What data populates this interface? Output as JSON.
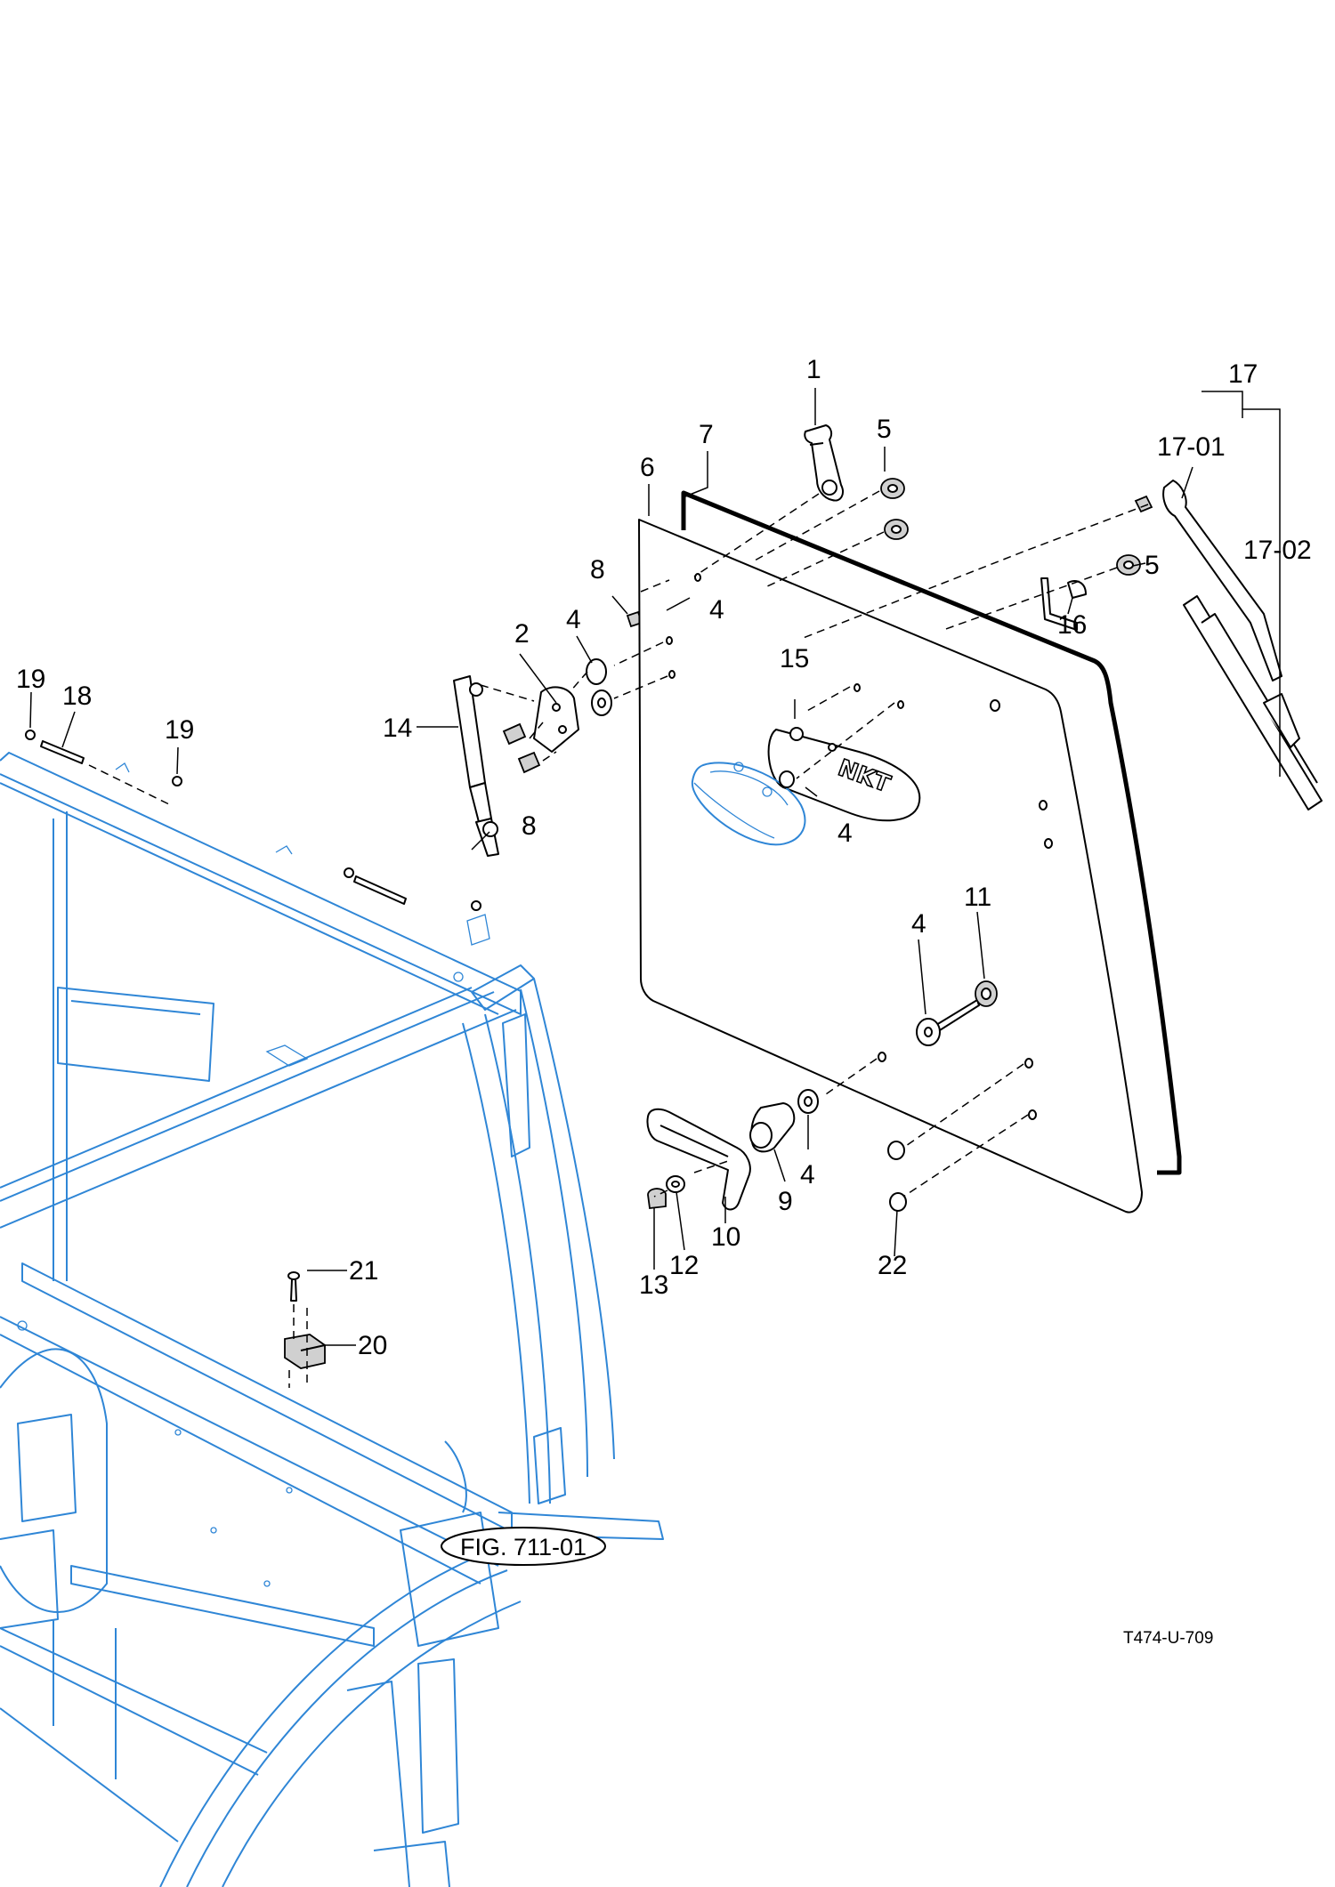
{
  "callouts": {
    "c1": "1",
    "c2": "2",
    "c4a": "4",
    "c4b": "4",
    "c4c": "4",
    "c4d": "4",
    "c4e": "4",
    "c5a": "5",
    "c5b": "5",
    "c6": "6",
    "c7": "7",
    "c8a": "8",
    "c8b": "8",
    "c9": "9",
    "c10": "10",
    "c11": "11",
    "c12": "12",
    "c13": "13",
    "c14": "14",
    "c15": "15",
    "c16": "16",
    "c17": "17",
    "c17_01": "17-01",
    "c17_02": "17-02",
    "c18": "18",
    "c19a": "19",
    "c19b": "19",
    "c20": "20",
    "c21": "21",
    "c22": "22"
  },
  "figure_reference": "FIG. 711-01",
  "drawing_number": "T474-U-709",
  "decal_text": "NKT",
  "colors": {
    "frame": "#2f86d6",
    "parts": "#000000",
    "background": "#ffffff"
  }
}
